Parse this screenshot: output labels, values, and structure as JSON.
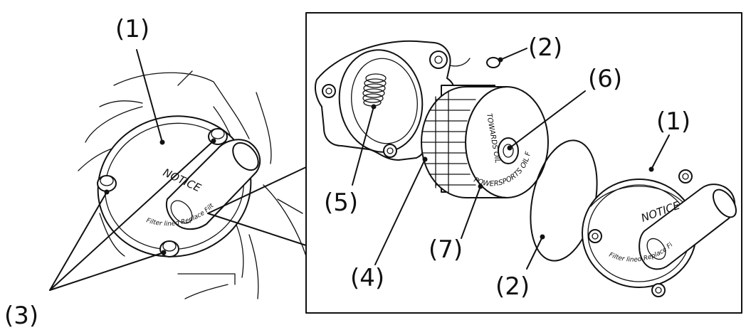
{
  "diagram": {
    "callouts": {
      "c1_left": "(1)",
      "c3": "(3)",
      "c2_top": "(2)",
      "c6": "(6)",
      "c1_right": "(1)",
      "c5": "(5)",
      "c7": "(7)",
      "c4": "(4)",
      "c2_bottom": "(2)"
    },
    "embossed": {
      "notice_left": "NOTICE",
      "arc_left": "Filter lined Replace Filter",
      "notice_right": "NOTICE",
      "arc_right": "Filter lined Replace Filter",
      "filter_text": "POWERSPORTS OIL FILTER",
      "filter_text2": "TOWARDS OIL"
    },
    "colors": {
      "ink": "#111111",
      "background": "#ffffff"
    }
  }
}
